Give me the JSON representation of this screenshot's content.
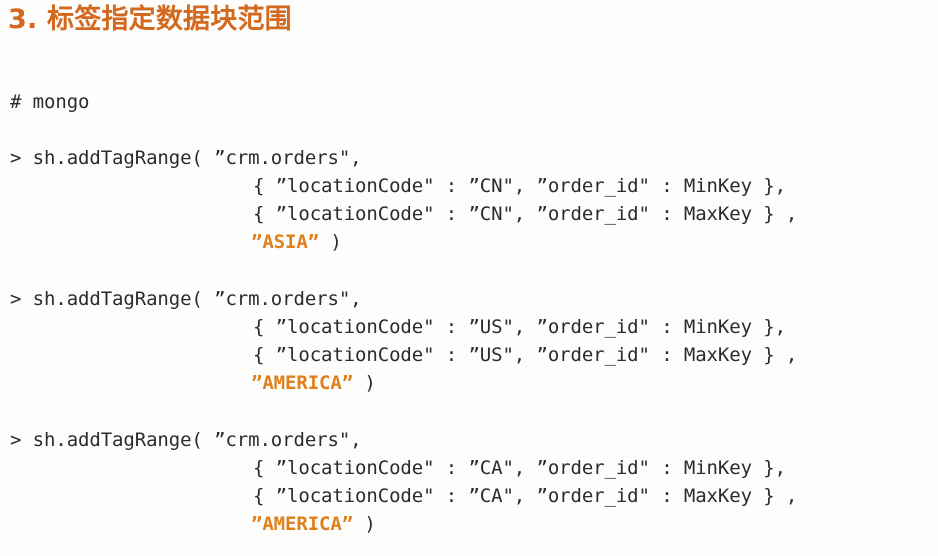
{
  "slide": {
    "title": "3. 标签指定数据块范围",
    "title_color": "#d2691e",
    "background_color": "#fdfdfb",
    "code_color": "#2b2b2b",
    "tag_color": "#e0801d"
  },
  "code": {
    "comment": "# mongo",
    "blocks": [
      {
        "call": "> sh.addTagRange( ”crm.orders\",",
        "arg_min": "{ ”locationCode\" : ”CN\", ”order_id\" : MinKey },",
        "arg_max": "{ ”locationCode\" : ”CN\", ”order_id\" : MaxKey } ,",
        "tag_open_quote": "”",
        "tag": "ASIA",
        "tag_close_quote": "”",
        "tag_suffix": " )"
      },
      {
        "call": "> sh.addTagRange( ”crm.orders\",",
        "arg_min": "{ ”locationCode\" : ”US\", ”order_id\" : MinKey },",
        "arg_max": "{ ”locationCode\" : ”US\", ”order_id\" : MaxKey } ,",
        "tag_open_quote": "”",
        "tag": "AMERICA",
        "tag_close_quote": "”",
        "tag_suffix": " )"
      },
      {
        "call": "> sh.addTagRange( ”crm.orders\",",
        "arg_min": "{ ”locationCode\" : ”CA\", ”order_id\" : MinKey },",
        "arg_max": "{ ”locationCode\" : ”CA\", ”order_id\" : MaxKey } ,",
        "tag_open_quote": "”",
        "tag": "AMERICA",
        "tag_close_quote": "”",
        "tag_suffix": " )"
      }
    ]
  }
}
